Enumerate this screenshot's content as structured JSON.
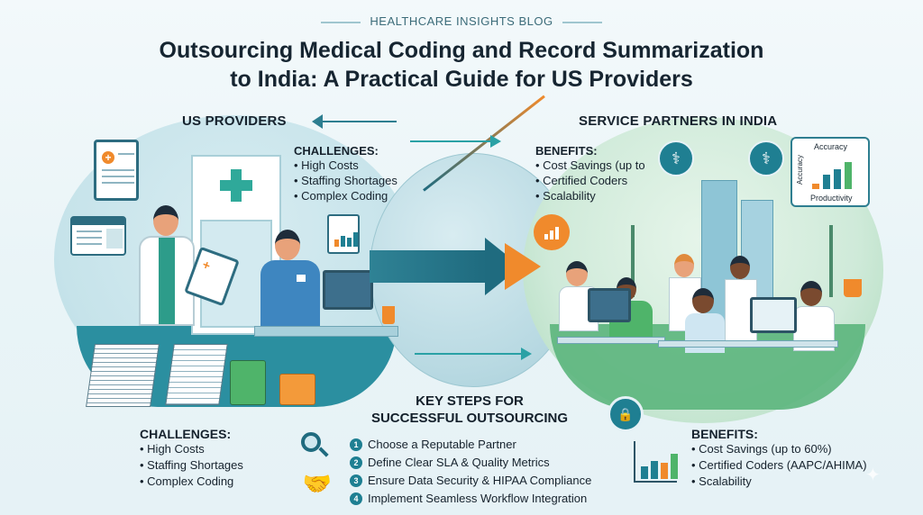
{
  "header": {
    "eyebrow": "HEALTHCARE INSIGHTS BLOG",
    "title_line1": "Outsourcing Medical Coding and Record Summarization",
    "title_line2": "to India: A Practical Guide for US Providers"
  },
  "us_providers": {
    "heading": "US PROVIDERS",
    "challenges_heading": "CHALLENGES:",
    "challenges": [
      "High Costs",
      "Staffing Shortages",
      "Complex Coding"
    ]
  },
  "india_partners": {
    "heading": "SERVICE PARTNERS IN INDIA",
    "benefits_heading": "BENEFITS:",
    "benefits_truncated": [
      "Cost Savings (up to",
      "Certified Coders",
      "Scalability"
    ],
    "chart_card": {
      "top_label": "Accuracy",
      "side_label": "Accuracy",
      "bottom_label": "Productivity"
    }
  },
  "bottom_challenges": {
    "heading": "CHALLENGES:",
    "items": [
      "High Costs",
      "Staffing Shortages",
      "Complex Coding"
    ]
  },
  "key_steps": {
    "heading_line1": "KEY STEPS FOR",
    "heading_line2": "SUCCESSFUL OUTSOURCING",
    "steps": [
      {
        "num": "1",
        "label": "Choose a Reputable Partner"
      },
      {
        "num": "2",
        "label": "Define Clear SLA & Quality Metrics"
      },
      {
        "num": "3",
        "label": "Ensure Data Security & HIPAA Compliance"
      },
      {
        "num": "4",
        "label": "Implement Seamless Workflow Integration"
      }
    ]
  },
  "bottom_benefits": {
    "heading": "BENEFITS:",
    "items": [
      "Cost Savings (up to 60%)",
      "Certified Coders (AAPC/AHIMA)",
      "Scalability"
    ]
  },
  "icons": {
    "medical_plus": "+",
    "caduceus": "⚕",
    "stethoscope": "⚕",
    "growth_chart": "📈",
    "shield_lock": "🔒",
    "magnifier": "🔍",
    "handshake": "🤝",
    "sparkle": "✦"
  },
  "colors": {
    "teal": "#1f7f92",
    "dark_teal": "#1f6b7f",
    "orange": "#f08a2c",
    "green": "#5bb57c",
    "text": "#16222d"
  }
}
